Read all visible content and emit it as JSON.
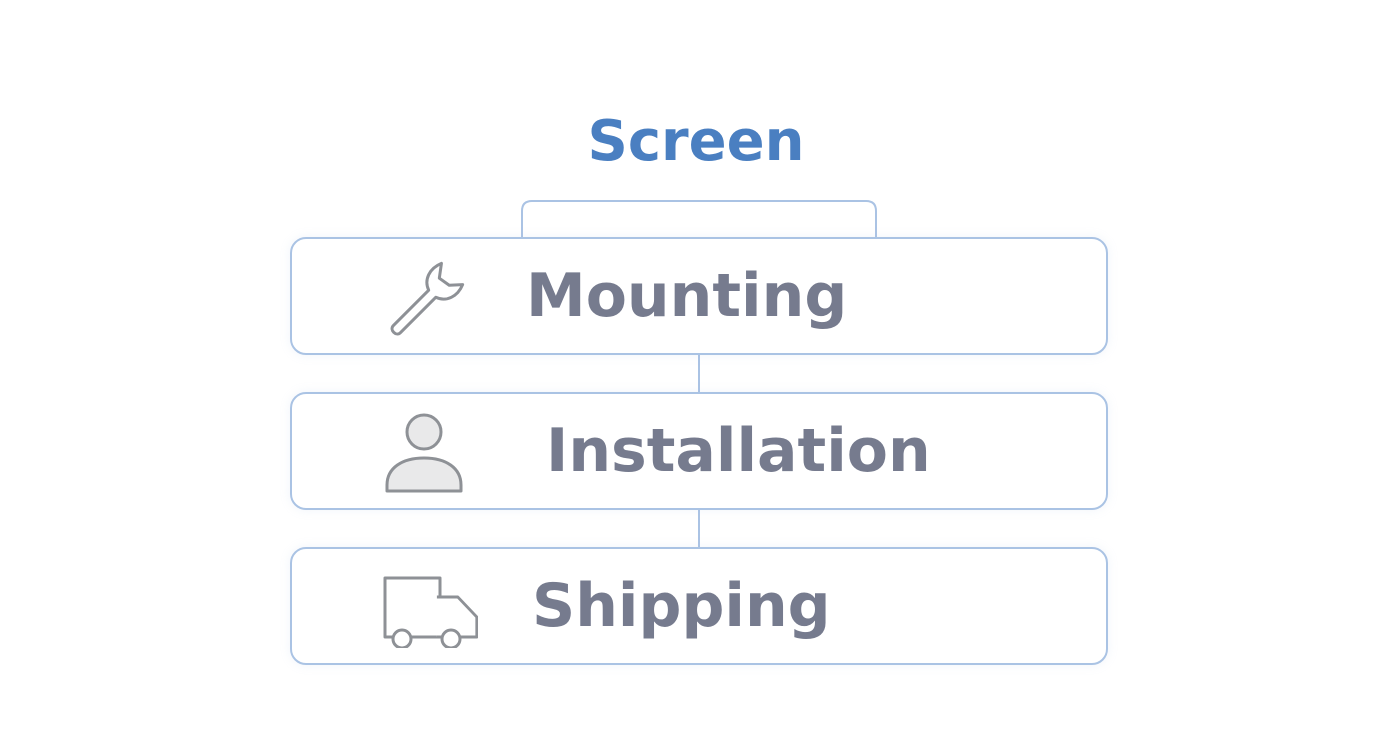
{
  "diagram": {
    "title": "Screen",
    "items": [
      {
        "label": "Mounting",
        "icon": "wrench-icon"
      },
      {
        "label": "Installation",
        "icon": "person-icon"
      },
      {
        "label": "Shipping",
        "icon": "truck-icon"
      }
    ]
  },
  "colors": {
    "title": "#4a7fc1",
    "box_border": "#aac3e4",
    "connector": "#aac3e4",
    "label": "#767b8e",
    "icon_stroke": "#8e9196",
    "icon_fill": "#e9e9ea"
  }
}
